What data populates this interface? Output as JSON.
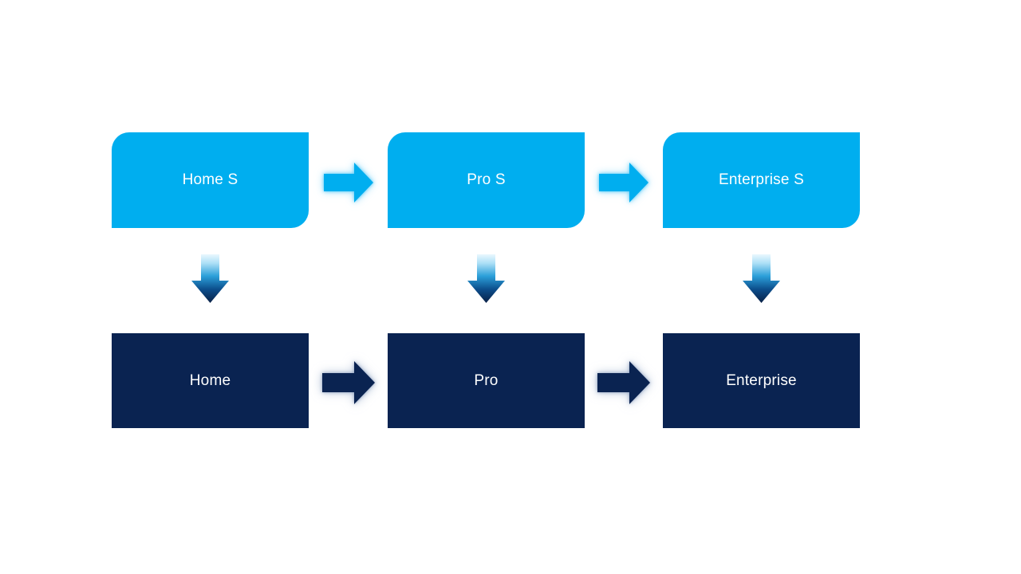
{
  "diagram": {
    "type": "flow-upgrade-paths",
    "columns": [
      {
        "id": "home",
        "top_label": "Home S",
        "bottom_label": "Home"
      },
      {
        "id": "pro",
        "top_label": "Pro S",
        "bottom_label": "Pro"
      },
      {
        "id": "enterprise",
        "top_label": "Enterprise S",
        "bottom_label": "Enterprise"
      }
    ],
    "connectors": {
      "top_row": "right-arrow",
      "bottom_row": "right-arrow",
      "between_rows": "down-arrow-gradient"
    }
  },
  "colors": {
    "background": "#FFFFFF",
    "top_box": "#00AEEF",
    "bottom_box": "#0A2351",
    "label_text": "#FFFFFF",
    "top_arrow": "#00AEEF",
    "top_arrow_glow": "#8CD9F9",
    "bottom_arrow": "#0A2351",
    "bottom_arrow_glow": "#9BAFCD",
    "down_arrow_gradient_top": "#EAF7FE",
    "down_arrow_gradient_mid": "#2B9FD9",
    "down_arrow_gradient_bottom": "#092046"
  }
}
